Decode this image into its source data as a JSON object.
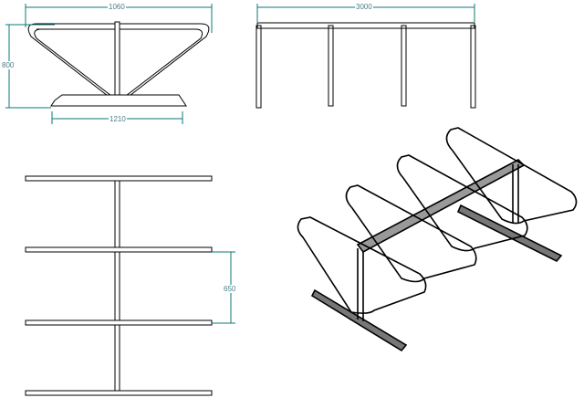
{
  "drawing": {
    "views": [
      "front-view",
      "side-view",
      "top-view",
      "isometric-view"
    ],
    "dimensions": {
      "front_width": "1060",
      "front_height": "800",
      "base_length": "1210",
      "side_length": "3000",
      "spacing": "650"
    },
    "colors": {
      "line": "#000000",
      "dimension": "#0a7a7a"
    }
  }
}
